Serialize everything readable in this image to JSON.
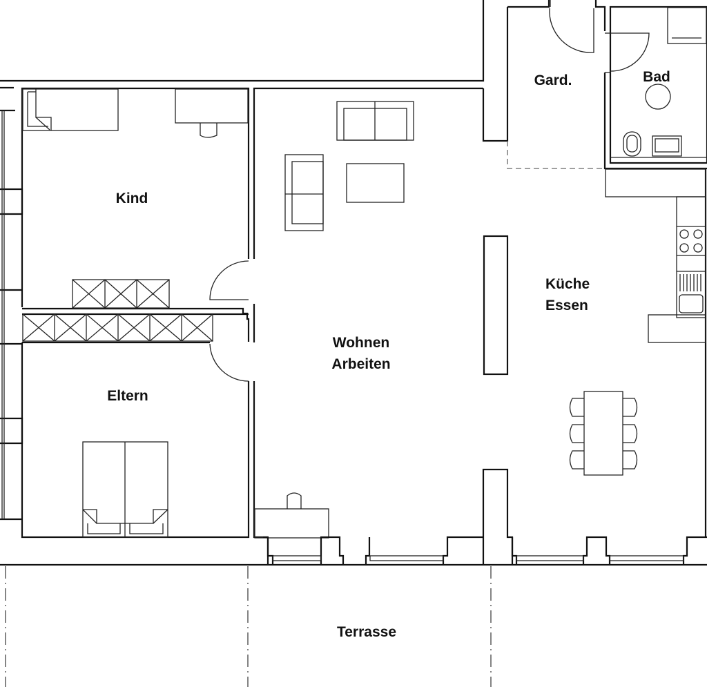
{
  "plan": {
    "type": "floor plan",
    "rooms": [
      {
        "id": "kind",
        "label": "Kind"
      },
      {
        "id": "eltern",
        "label": "Eltern"
      },
      {
        "id": "wohnen",
        "label_line1": "Wohnen",
        "label_line2": "Arbeiten"
      },
      {
        "id": "garderobe",
        "label": "Gard."
      },
      {
        "id": "bad",
        "label": "Bad"
      },
      {
        "id": "kueche",
        "label_line1": "Küche",
        "label_line2": "Essen"
      },
      {
        "id": "terrasse",
        "label": "Terrasse"
      }
    ],
    "colors": {
      "line": "#111111",
      "background": "#ffffff",
      "dashed": "#666666"
    }
  }
}
